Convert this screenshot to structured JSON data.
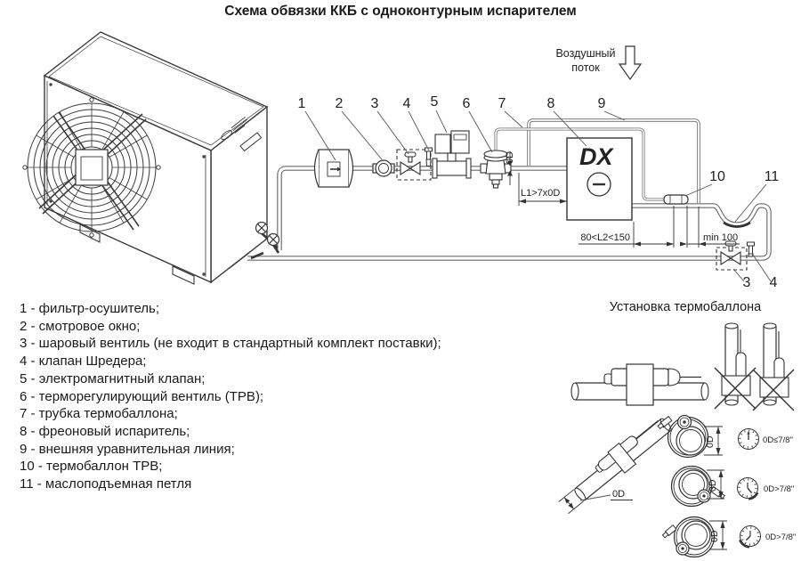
{
  "title": "Схема обвязки ККБ с одноконтурным испарителем",
  "air_flow": {
    "line1": "Воздушный",
    "line2": "поток"
  },
  "callouts": {
    "c1": "1",
    "c2": "2",
    "c3": "3",
    "c4": "4",
    "c5": "5",
    "c6": "6",
    "c7": "7",
    "c8": "8",
    "c9": "9",
    "c10": "10",
    "c11": "11"
  },
  "evaporator": {
    "label": "DX"
  },
  "dimensions": {
    "pipe_od": "0D",
    "l1": "L1>7x0D",
    "l2": "80<L2<150",
    "min_gap": "min 100"
  },
  "legend": {
    "items": [
      "1 - фильтр-осушитель;",
      "2 - смотровое окно;",
      "3 - шаровый вентиль (не входит в стандартный комплект поставки);",
      "4 - клапан Шредера;",
      "5 - электромагнитный клапан;",
      "6 - терморегулирующий вентиль (ТРВ);",
      "7 - трубка термобаллона;",
      "8 - фреоновый испаритель;",
      "9 - внешняя уравнительная линия;",
      "10 - термобаллон ТРВ;",
      "11 - маслоподъемная петля"
    ]
  },
  "bulb_install": {
    "heading": "Установка термобаллона",
    "od_label": "0D",
    "rules": {
      "small": "0D≤7/8\"",
      "large": "0D>7/8\""
    }
  },
  "colors": {
    "ink": "#333333",
    "pipe": "#6a6a6a",
    "background": "#ffffff"
  }
}
